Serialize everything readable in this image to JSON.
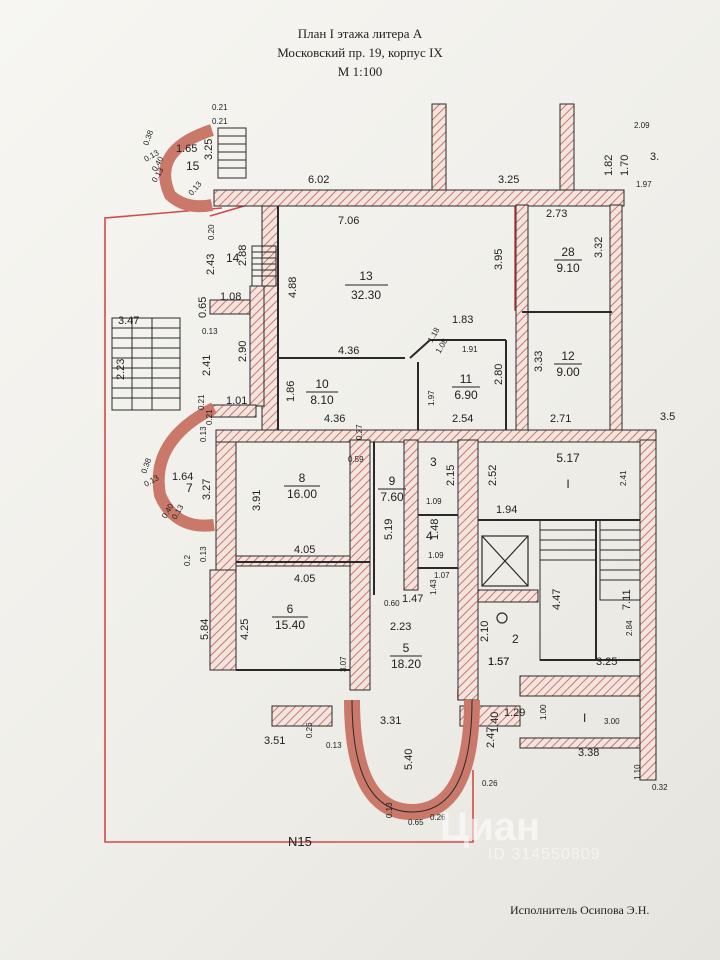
{
  "header": {
    "line1": "План I этажа литера А",
    "line2": "Московский пр. 19, корпус IX",
    "line3": "М 1:100"
  },
  "footer": {
    "signature": "Исполнитель Осипова Э.Н.",
    "watermark": "Циан",
    "watermark_id": "ID 314550809"
  },
  "boundary_label": "N15",
  "rooms": [
    {
      "id": "room-13",
      "number": "13",
      "area": "32.30"
    },
    {
      "id": "room-10",
      "number": "10",
      "area": "8.10"
    },
    {
      "id": "room-11",
      "number": "11",
      "area": "6.90"
    },
    {
      "id": "room-12",
      "number": "12",
      "area": "9.00"
    },
    {
      "id": "room-28",
      "number": "28",
      "area": "9.10"
    },
    {
      "id": "room-8",
      "number": "8",
      "area": "16.00"
    },
    {
      "id": "room-9",
      "number": "9",
      "area": "7.60"
    },
    {
      "id": "room-6",
      "number": "6",
      "area": "15.40"
    },
    {
      "id": "room-5",
      "number": "5",
      "area": "18.20"
    },
    {
      "id": "room-2",
      "number": "2",
      "area": "1.57"
    },
    {
      "id": "room-1",
      "number": "1",
      "area": "1.40"
    },
    {
      "id": "room-3",
      "number": "3",
      "area": ""
    },
    {
      "id": "room-4",
      "number": "4",
      "area": ""
    },
    {
      "id": "room-14",
      "number": "14",
      "area": ""
    },
    {
      "id": "room-15",
      "number": "15",
      "area": ""
    },
    {
      "id": "room-7",
      "number": "7",
      "area": ""
    },
    {
      "id": "stair-I",
      "number": "I",
      "area": "5.17"
    },
    {
      "id": "stair-1",
      "number": "1",
      "area": ""
    }
  ],
  "dimensions": [
    "0.21",
    "0.21",
    "3.25",
    "0.38",
    "1.65",
    "0.13",
    "0.40",
    "0.13",
    "0.13",
    "6.02",
    "3.25",
    "2.09",
    "1.82",
    "1.70",
    "1.97",
    "3.",
    "7.06",
    "2.73",
    "0.20",
    "2.43",
    "2.88",
    "4.88",
    "3.95",
    "3.32",
    "1.08",
    "0.65",
    "0.13",
    "3.47",
    "2.23",
    "2.41",
    "2.90",
    "4.36",
    "1.18",
    "1.08",
    "1.83",
    "1.91",
    "3.33",
    "2.80",
    "1.86",
    "1.97",
    "0.21",
    "0.21",
    "0.13",
    "1.01",
    "4.36",
    "2.54",
    "2.71",
    "0.27",
    "0.59",
    "0.38",
    "0.13",
    "1.64",
    "3.27",
    "3.91",
    "2.15",
    "2.52",
    "2.41",
    "0.40",
    "0.13",
    "1.09",
    "1.94",
    "0.13",
    "5.19",
    "1.48",
    "1.09",
    "4.05",
    "4.05",
    "1.07",
    "1.43",
    "4.47",
    "7.11",
    "0.60",
    "1.47",
    "5.84",
    "4.25",
    "2.23",
    "2.10",
    "2.84",
    "3.07",
    "1.57",
    "3.25",
    "3.31",
    "1.29",
    "1.00",
    "3.00",
    "3.51",
    "0.26",
    "0.13",
    "2.47",
    "3.38",
    "5.40",
    "1.10",
    "0.26",
    "0.32",
    "0.13",
    "0.65",
    "0.26",
    "3.5",
    "0.2"
  ],
  "colors": {
    "wall_hatch": "#c9786a",
    "boundary": "#d24a4a",
    "line": "#2a2a2a"
  }
}
